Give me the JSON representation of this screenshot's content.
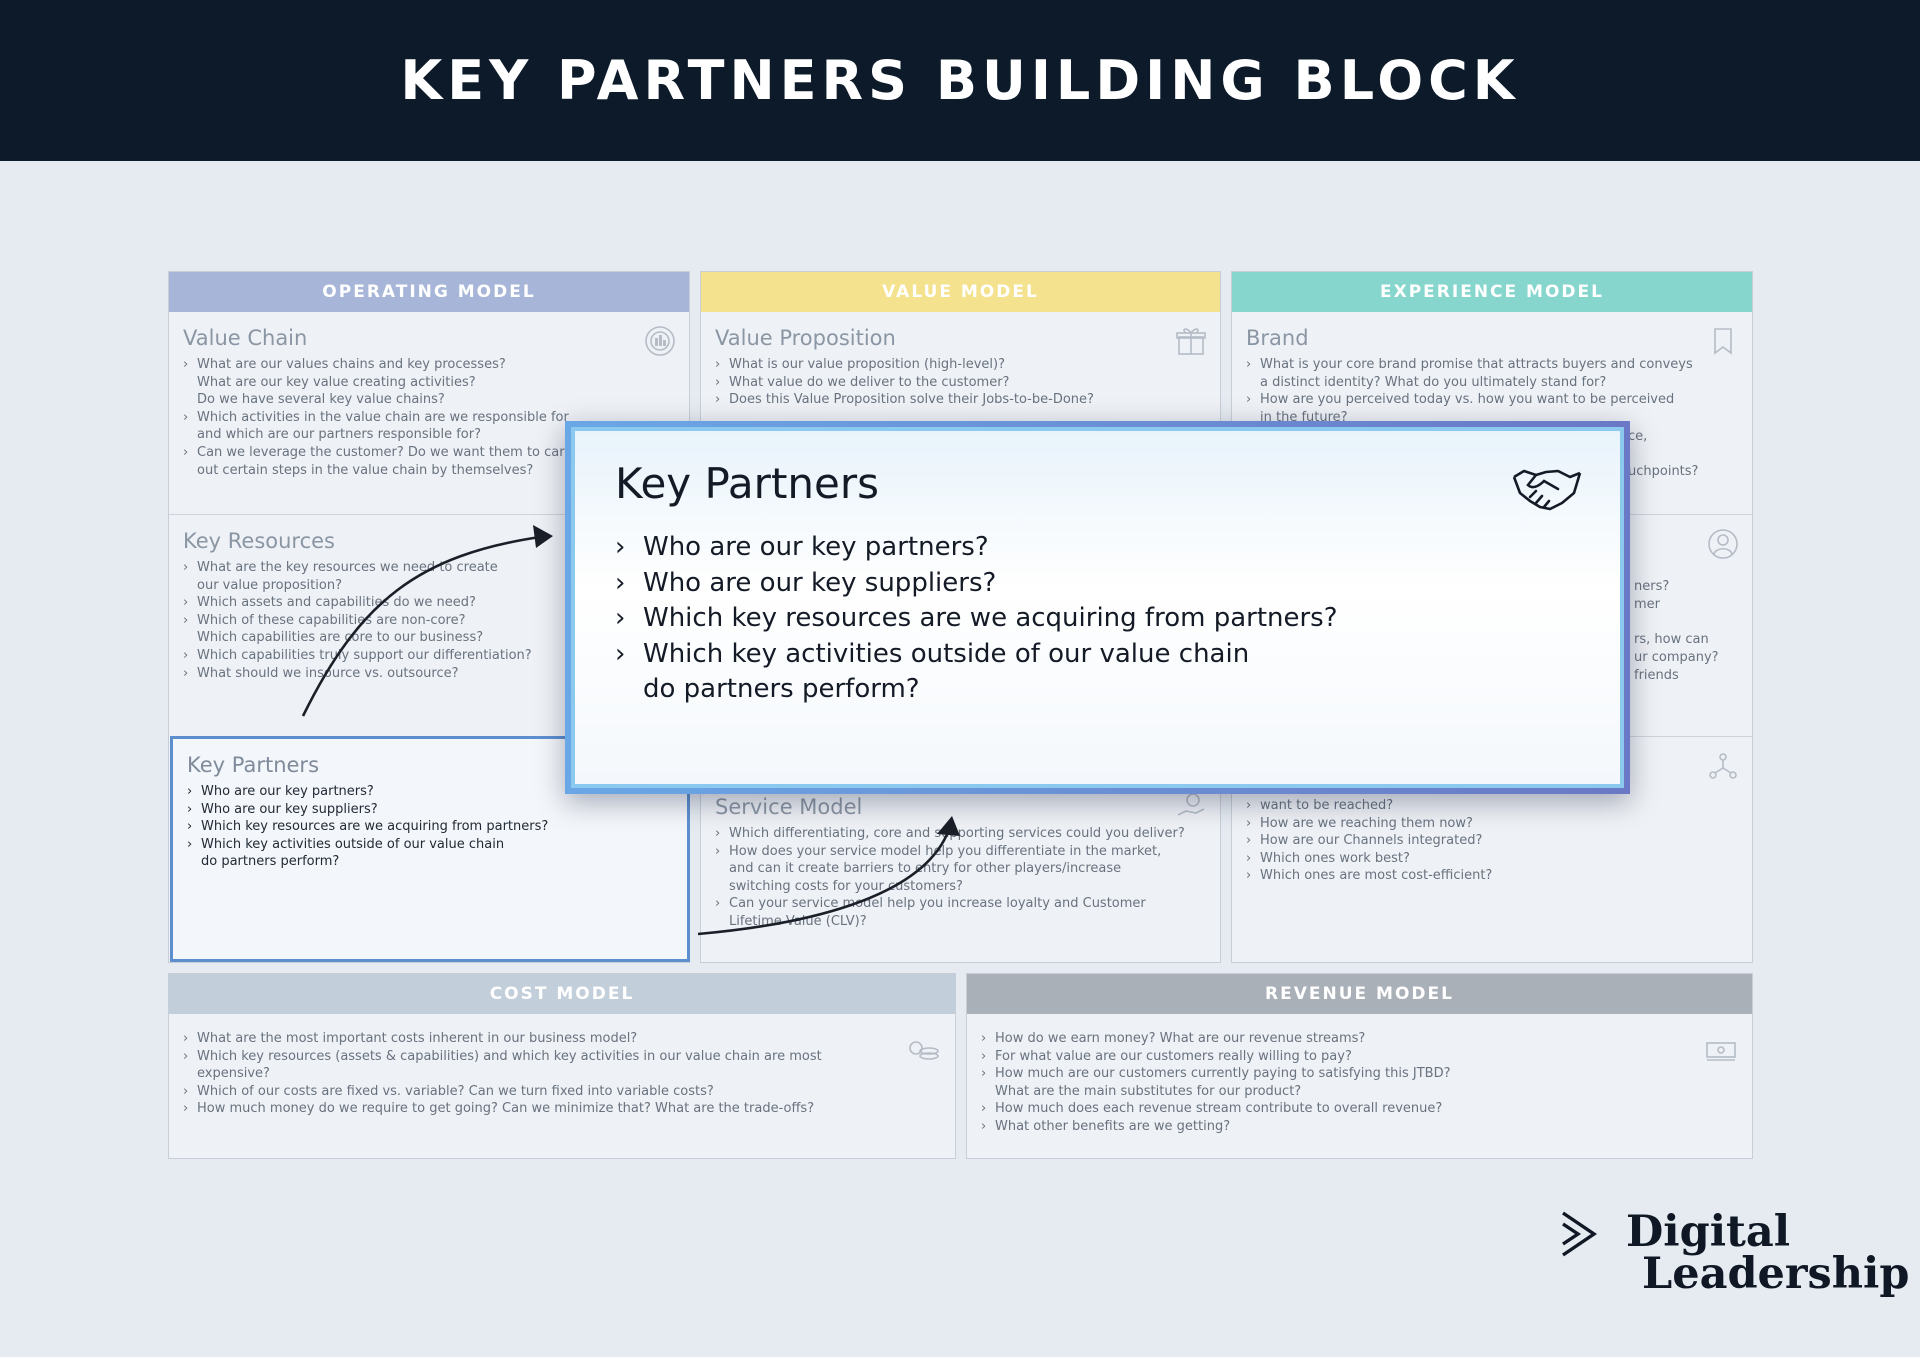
{
  "header": {
    "title": "KEY PARTNERS BUILDING BLOCK"
  },
  "columns": [
    {
      "label": "OPERATING MODEL",
      "color": "#a7b6d8",
      "blocks": [
        {
          "title": "Value Chain",
          "icon": "target-chart-icon",
          "items": [
            "What are our values chains and key processes?\nWhat are our key value creating activities?\nDo we have several key value chains?",
            "Which activities in the value chain are we responsible for\nand which are our partners responsible for?",
            "Can we leverage the customer? Do we want them to carry\nout certain steps in the value chain by themselves?"
          ]
        },
        {
          "title": "Key Resources",
          "icon": "",
          "items": [
            "What are the key resources we need to create\nour value proposition?",
            "Which assets and capabilities do we need?",
            "Which of these capabilities are non-core?\nWhich capabilities  are core to our business?",
            "Which capabilities truly support our differentiation?",
            "What should we insource vs. outsource?"
          ]
        },
        {
          "title": "Key Partners",
          "icon": "",
          "items": [
            "Who are our key partners?",
            "Who are our key suppliers?",
            "Which key resources are we acquiring from partners?",
            "Which key activities outside of our value chain\ndo partners perform?"
          ]
        }
      ]
    },
    {
      "label": "VALUE MODEL",
      "color": "#f5e28e",
      "blocks": [
        {
          "title": "Value Proposition",
          "icon": "gift-icon",
          "items": [
            "What is our value proposition (high-level)?",
            "What value do we deliver to the customer?",
            "Does this Value Proposition solve their Jobs-to-be-Done?"
          ]
        },
        {
          "title": "Service Model",
          "icon": "hand-gear-icon",
          "items": [
            "Which differentiating, core and supporting services could you deliver?",
            "How does your service model help you differentiate in the market,\nand can it create barriers to entry for other players/increase\nswitching costs for your customers?",
            "Can your service model help you increase loyalty and Customer\nLifetime Value (CLV)?"
          ]
        }
      ]
    },
    {
      "label": "EXPERIENCE MODEL",
      "color": "#86d6cd",
      "blocks": [
        {
          "title": "Brand",
          "icon": "bookmark-icon",
          "items": [
            "What is your core brand promise that attracts buyers and conveys\na distinct identity? What do you ultimately stand for?",
            "How are you perceived today vs. how you want to be perceived\nin the future?"
          ],
          "visible_fragments": [
            "ce,",
            "uchpoints?"
          ]
        },
        {
          "title": "",
          "icon": "user-circle-icon",
          "visible_fragments": [
            "ners?",
            "mer",
            "rs, how can",
            "ur company?",
            "friends"
          ]
        },
        {
          "title": "",
          "icon": "network-nodes-icon",
          "items": [
            "want to be reached?",
            "How are we reaching them now?",
            "How are our Channels integrated?",
            "Which ones work best?",
            "Which ones are most cost-efficient?"
          ]
        }
      ]
    }
  ],
  "bottom": [
    {
      "label": "COST MODEL",
      "color": "#c3cedb",
      "icon": "coins-icon",
      "items": [
        "What are the most important costs inherent in our business model?",
        "Which key resources (assets & capabilities) and which key activities in our value chain are most expensive?",
        "Which of our costs are fixed vs. variable? Can we turn fixed into variable costs?",
        "How much money do we require to get going? Can we minimize that? What are the trade-offs?"
      ]
    },
    {
      "label": "REVENUE MODEL",
      "color": "#a9b0b8",
      "icon": "money-stack-icon",
      "items": [
        "How do we earn money? What are our revenue streams?",
        "For what value are our customers really willing to pay?",
        "How much are our customers currently paying to satisfying this JTBD?\nWhat are the main substitutes for our product?",
        "How much does each revenue stream contribute to overall revenue?",
        "What other benefits are we getting?"
      ]
    }
  ],
  "popup": {
    "title": "Key Partners",
    "icon": "handshake-icon",
    "items": [
      "Who are our key partners?",
      "Who are our key suppliers?",
      "Which key resources are we acquiring from partners?",
      "Which key activities outside of our value chain\ndo partners perform?"
    ]
  },
  "logo": {
    "line1": "Digital",
    "line2": "Leadership"
  }
}
